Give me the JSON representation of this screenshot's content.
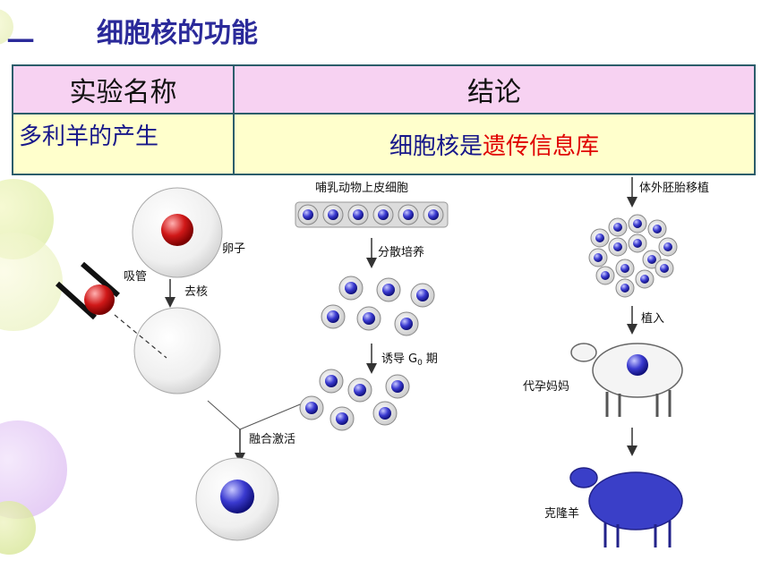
{
  "heading": {
    "dash": "一",
    "text": "细胞核的功能"
  },
  "table": {
    "header": [
      "实验名称",
      "结论"
    ],
    "row": {
      "experiment": "多利羊的产生",
      "conclusion_prefix": "细胞核是",
      "conclusion_highlight": "遗传信息库"
    }
  },
  "figure": {
    "labels": {
      "egg": "卵子",
      "pipette": "吸管",
      "enucleate": "去核",
      "fusion": "融合激活",
      "epithelial": "哺乳动物上皮细胞",
      "disperse": "分散培养",
      "induce": "诱导",
      "g0": "G",
      "g0_sub": "0",
      "phase": "期",
      "transplant": "体外胚胎移植",
      "implant": "植入",
      "surrogate": "代孕妈妈",
      "clone": "克隆羊"
    }
  },
  "colors": {
    "title": "#2b2a9a",
    "highlight": "#e00000",
    "header_bg": "#f7d2f2",
    "row_bg": "#ffffcc"
  }
}
